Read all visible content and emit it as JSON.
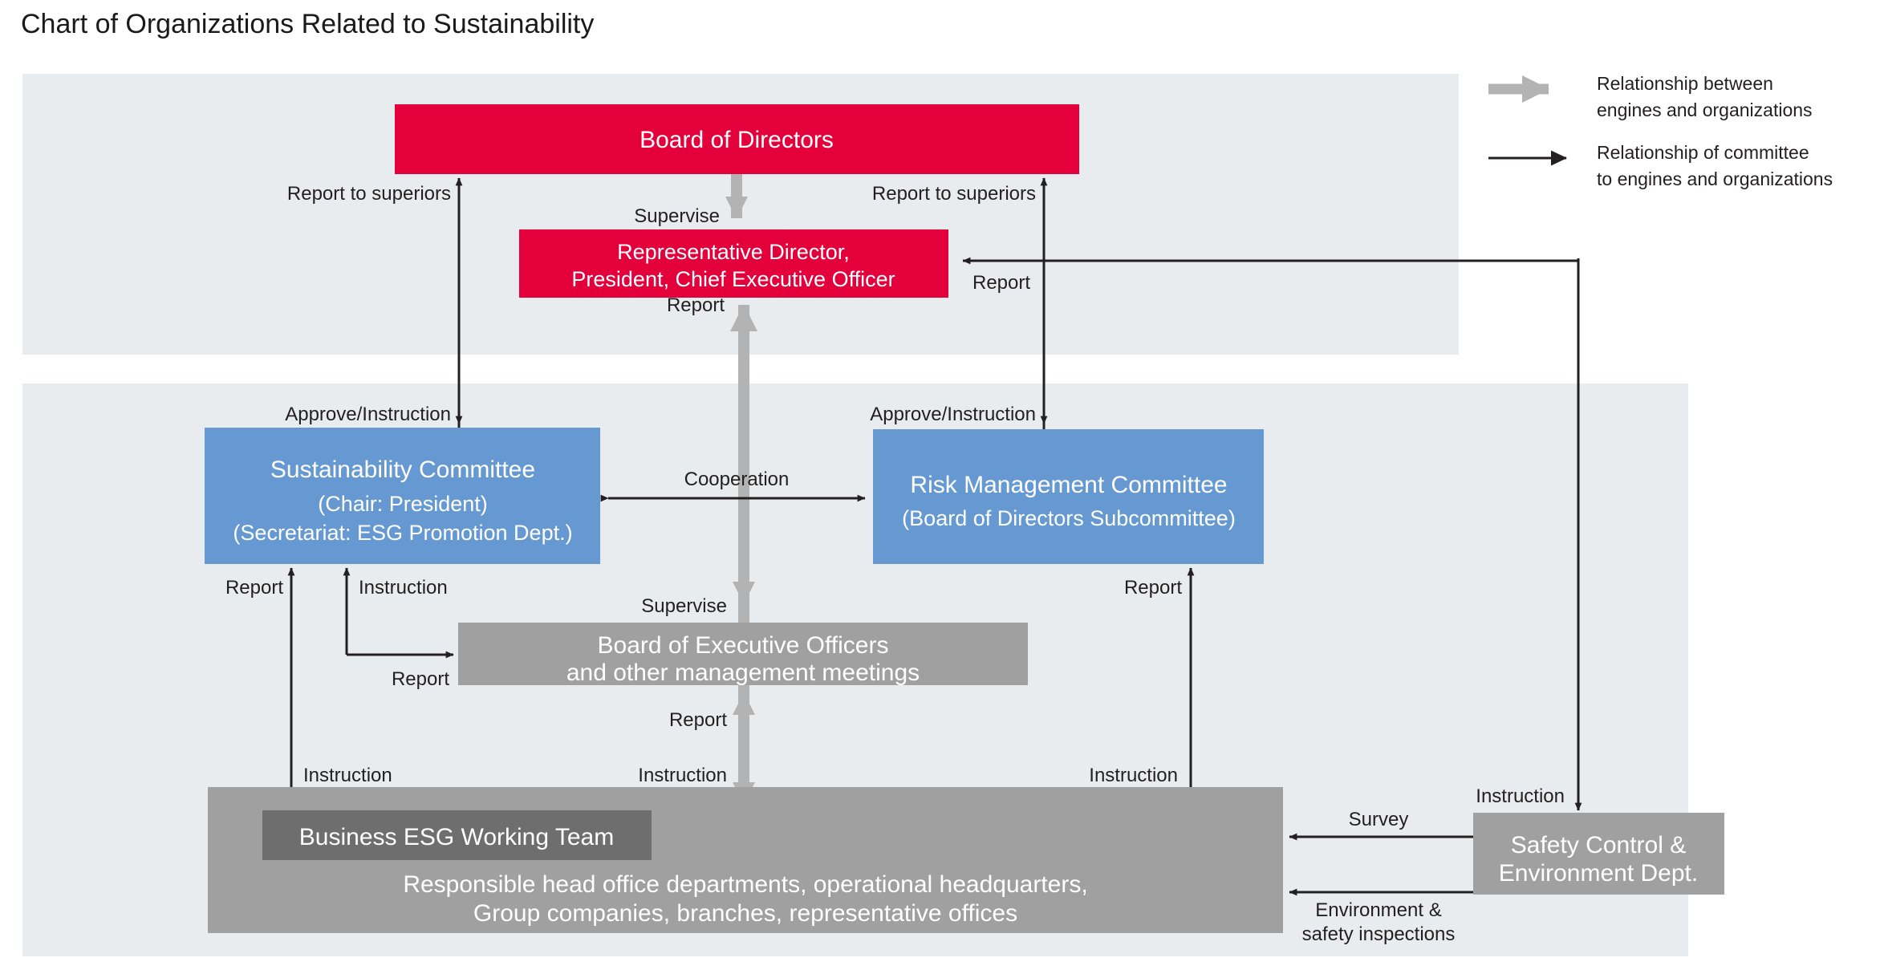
{
  "page": {
    "title": "Chart of Organizations Related to Sustainability",
    "background": "#ffffff"
  },
  "colors": {
    "panel": "#e8ecee",
    "red": "#e4003a",
    "blue": "#6699d1",
    "gray_box": "#a0a0a0",
    "gray_box_dark": "#6e6e6e",
    "gray_arrow": "#b3b3b3",
    "black_arrow": "#231f20",
    "text_dark": "#231f20",
    "text_white": "#ffffff"
  },
  "panels": [
    {
      "name": "upper-panel"
    },
    {
      "name": "lower-panel"
    }
  ],
  "nodes": {
    "board_of_directors": {
      "label": "Board of Directors",
      "type": "red"
    },
    "representative_director": {
      "line1": "Representative Director,",
      "line2": "President, Chief Executive Officer",
      "type": "red"
    },
    "sustainability_committee": {
      "line1": "Sustainability Committee",
      "line2": "(Chair: President)",
      "line3": "(Secretariat: ESG Promotion Dept.)",
      "type": "blue"
    },
    "risk_management_committee": {
      "line1": "Risk Management Committee",
      "line2": "(Board of Directors Subcommittee)",
      "type": "blue"
    },
    "board_of_executive_officers": {
      "line1": "Board of Executive Officers",
      "line2": "and other management meetings",
      "type": "gray"
    },
    "business_esg_working_team": {
      "label": "Business ESG Working Team",
      "type": "gray-dark"
    },
    "responsible_departments": {
      "line1": "Responsible head office departments, operational headquarters,",
      "line2": "Group companies, branches, representative offices",
      "type": "gray"
    },
    "safety_control_environment_dept": {
      "line1": "Safety Control &",
      "line2": "Environment Dept.",
      "type": "gray"
    }
  },
  "edge_labels": {
    "report_to_superiors_left": "Report to superiors",
    "report_to_superiors_right": "Report to superiors",
    "supervise_top": "Supervise",
    "report_to_president": "Report",
    "report_from_right": "Report",
    "approve_instruction_left": "Approve/Instruction",
    "approve_instruction_right": "Approve/Instruction",
    "cooperation": "Cooperation",
    "report_sustainability": "Report",
    "instruction_sustainability": "Instruction",
    "report_to_boeo": "Report",
    "supervise_boeo": "Supervise",
    "report_boeo_up": "Report",
    "instruction_sc_bottom": "Instruction",
    "instruction_boeo_bottom": "Instruction",
    "report_rmc": "Report",
    "instruction_rmc_bottom": "Instruction",
    "instruction_safety": "Instruction",
    "survey": "Survey",
    "environment_safety_inspections_line1": "Environment &",
    "environment_safety_inspections_line2": "safety inspections"
  },
  "legend": {
    "items": [
      {
        "icon": "thick-gray-arrow-icon",
        "line1": "Relationship between",
        "line2": "engines and organizations",
        "color": "#b3b3b3"
      },
      {
        "icon": "thin-black-arrow-icon",
        "line1": "Relationship of committee",
        "line2": "to engines and organizations",
        "color": "#231f20"
      }
    ]
  }
}
